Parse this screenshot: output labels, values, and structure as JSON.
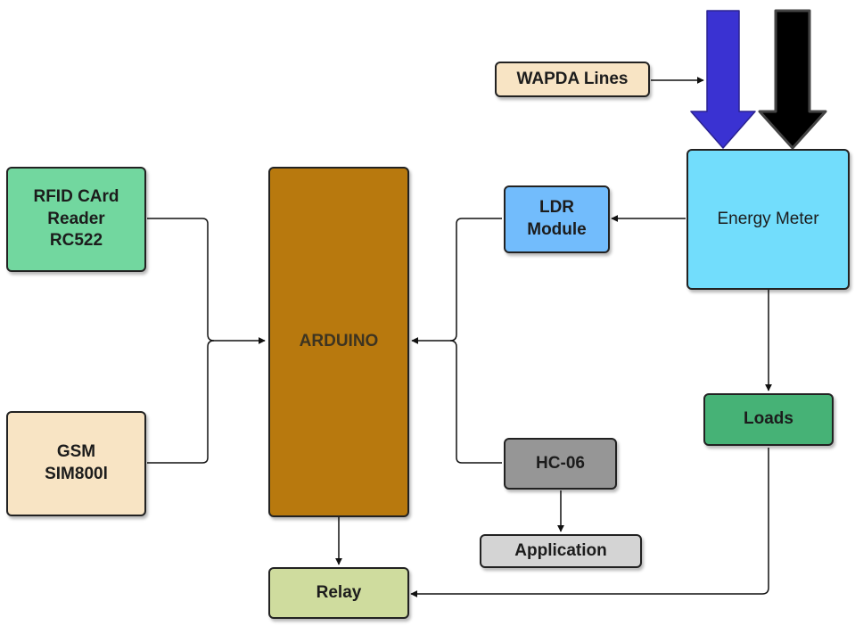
{
  "blocks": {
    "rfid": {
      "lines": [
        "RFID CArd",
        "Reader",
        "RC522"
      ],
      "color": "#72d79f"
    },
    "gsm": {
      "lines": [
        "GSM",
        "SIM800l"
      ],
      "color": "#f8e4c4"
    },
    "arduino": {
      "label": "ARDUINO",
      "color": "#b8790e",
      "text_color": "#3d3421"
    },
    "relay": {
      "label": "Relay",
      "color": "#cfdc9e"
    },
    "ldr": {
      "lines": [
        "LDR",
        "Module"
      ],
      "color": "#72bcfc"
    },
    "hc06": {
      "label": "HC-06",
      "color": "#969696"
    },
    "application": {
      "label": "Application",
      "color": "#d4d4d4"
    },
    "energy_meter": {
      "label": "Energy Meter",
      "color": "#72ddfc"
    },
    "loads": {
      "label": "Loads",
      "color": "#46b276"
    },
    "wapda": {
      "label": "WAPDA Lines",
      "color": "#f8e4c4"
    }
  },
  "power_lines": {
    "phase_color": "#3a32d2",
    "neutral_color": "#000000"
  }
}
